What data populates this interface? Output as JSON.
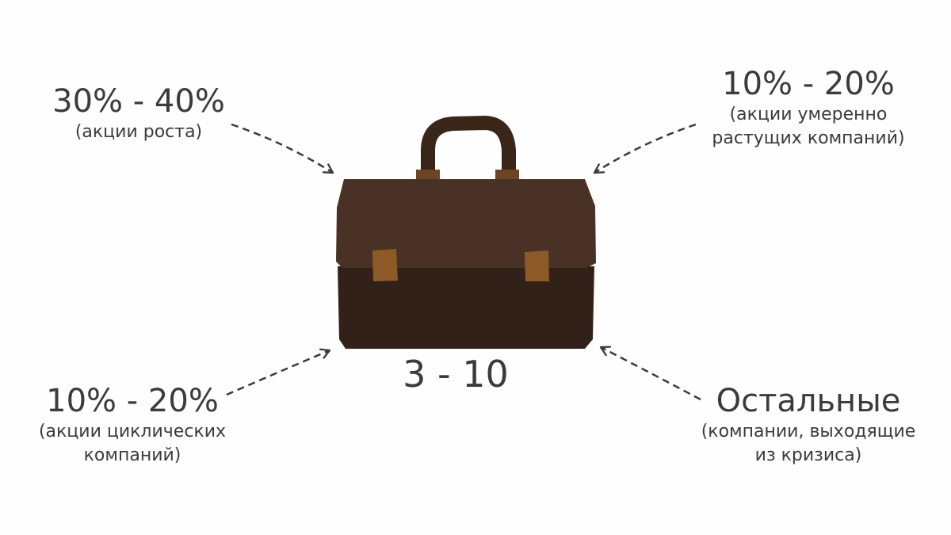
{
  "center": {
    "count": "3 - 10"
  },
  "top_left": {
    "percent": "30% - 40%",
    "description": "(акции роста)"
  },
  "top_right": {
    "percent": "10% - 20%",
    "description_line1": "(акции умеренно",
    "description_line2": "растущих компаний)"
  },
  "bottom_left": {
    "percent": "10% - 20%",
    "description_line1": "(акции циклических",
    "description_line2": "компаний)"
  },
  "bottom_right": {
    "percent": "Остальные",
    "description_line1": "(компании, выходящие",
    "description_line2": "из кризиса)"
  },
  "icons": {
    "main": "briefcase-icon",
    "arrow": "dashed-arrow-icon"
  },
  "colors": {
    "briefcase_top": "#4a3125",
    "briefcase_bottom": "#312118",
    "handle": "#3a2519",
    "clasp": "#8d5a27",
    "text": "#3b3b3b",
    "arrow": "#3b3b3b"
  }
}
